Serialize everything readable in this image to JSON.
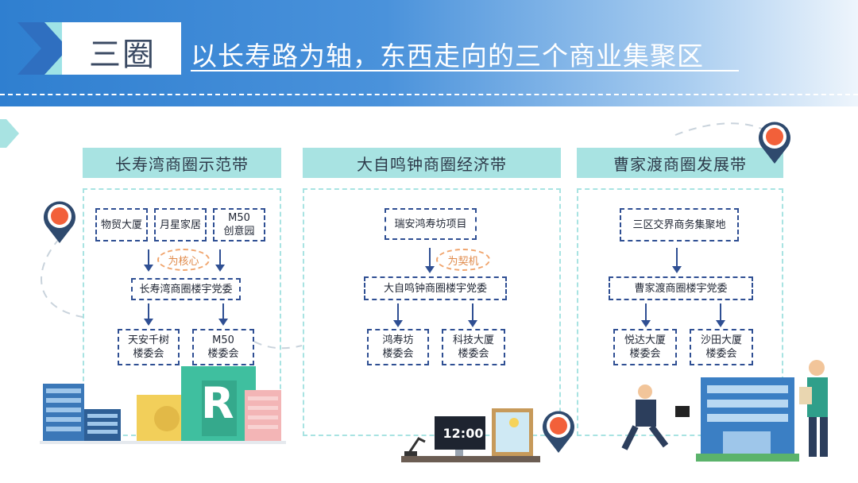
{
  "title": {
    "number": "三圈",
    "text": "以长寿路为轴，东西走向的三个商业集聚区"
  },
  "sections": [
    {
      "heading": "长寿湾商圈示范带",
      "sources": [
        "物贸大厦",
        "月星家居",
        "M50\n创意园"
      ],
      "label": "为核心",
      "hub": "长寿湾商圈楼宇党委",
      "outputs": [
        "天安千树\n楼委会",
        "M50\n楼委会"
      ]
    },
    {
      "heading": "大自鸣钟商圈经济带",
      "sources": [
        "瑞安鸿寿坊项目"
      ],
      "label": "为契机",
      "hub": "大自鸣钟商圈楼宇党委",
      "outputs": [
        "鸿寿坊\n楼委会",
        "科技大厦\n楼委会"
      ]
    },
    {
      "heading": "曹家渡商圈发展带",
      "sources": [
        "三区交界商务集聚地"
      ],
      "hub": "曹家渡商圈楼宇党委",
      "outputs": [
        "悦达大厦\n楼委会",
        "沙田大厦\n楼委会"
      ]
    }
  ],
  "decor": {
    "clock_text": "12:00",
    "building_letter": "R",
    "pin_color": "#f2603a",
    "pin_ring": "#2f4a6e",
    "accent": "#a8e3e2",
    "node_border": "#2f4f93"
  }
}
